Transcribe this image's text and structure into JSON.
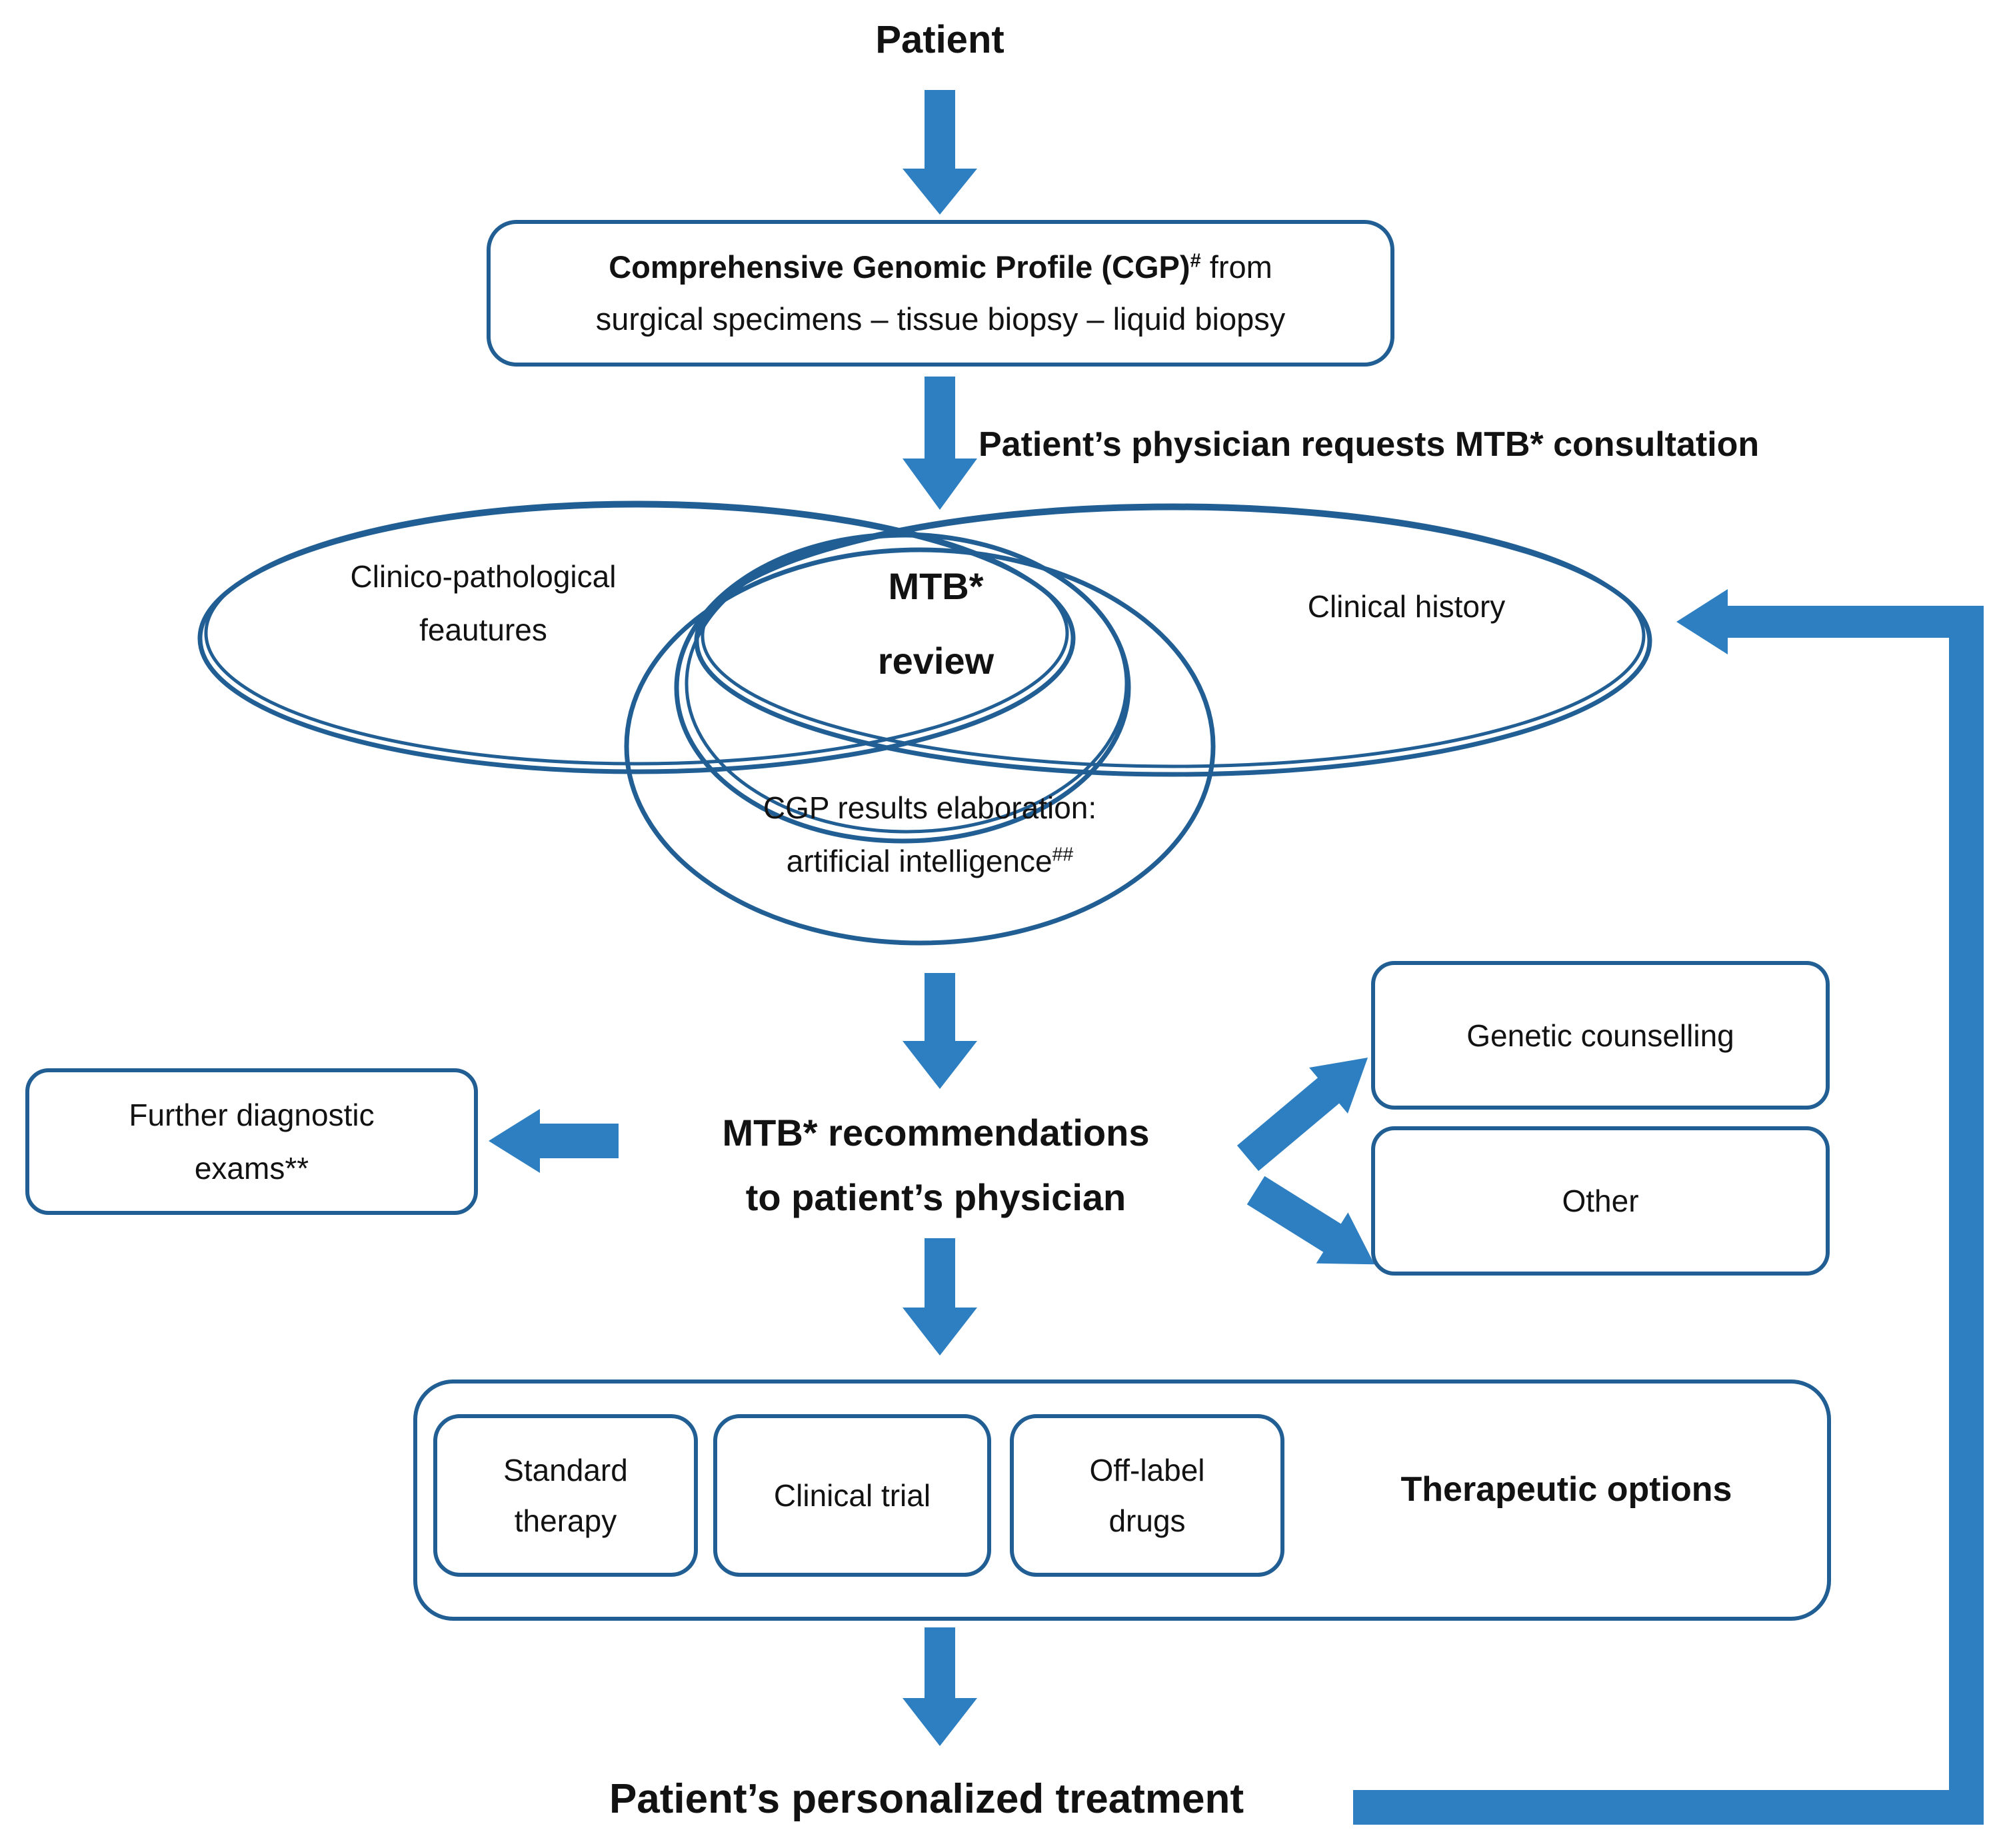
{
  "colors": {
    "outline": "#215E94",
    "arrow": "#2E7FC1",
    "text": "#121212"
  },
  "title": {
    "patient": "Patient"
  },
  "cgp_box": {
    "line1_bold": "Comprehensive Genomic Profile (CGP)",
    "line1_sup": "#",
    "line1_regular": " from",
    "line2": "surgical specimens – tissue biopsy – liquid biopsy"
  },
  "labels": {
    "consultation": "Patient’s physician requests MTB* consultation",
    "recommendations_line1": "MTB* recommendations",
    "recommendations_line2": "to patient’s physician",
    "treatment": "Patient’s personalized treatment"
  },
  "venn": {
    "left_line1": "Clinico-pathological",
    "left_line2": "feautures",
    "center_line1": "MTB*",
    "center_line2": "review",
    "right": "Clinical history",
    "bottom_line1": "CGP results elaboration:",
    "bottom_line2": "artificial intelligence",
    "bottom_sup": "##"
  },
  "side_boxes": {
    "further_line1": "Further diagnostic",
    "further_line2": "exams**",
    "genetic": "Genetic counselling",
    "other": "Other"
  },
  "therapeutic": {
    "title": "Therapeutic options",
    "standard_line1": "Standard",
    "standard_line2": "therapy",
    "clinical_trial": "Clinical trial",
    "off_label_line1": "Off-label",
    "off_label_line2": "drugs"
  }
}
